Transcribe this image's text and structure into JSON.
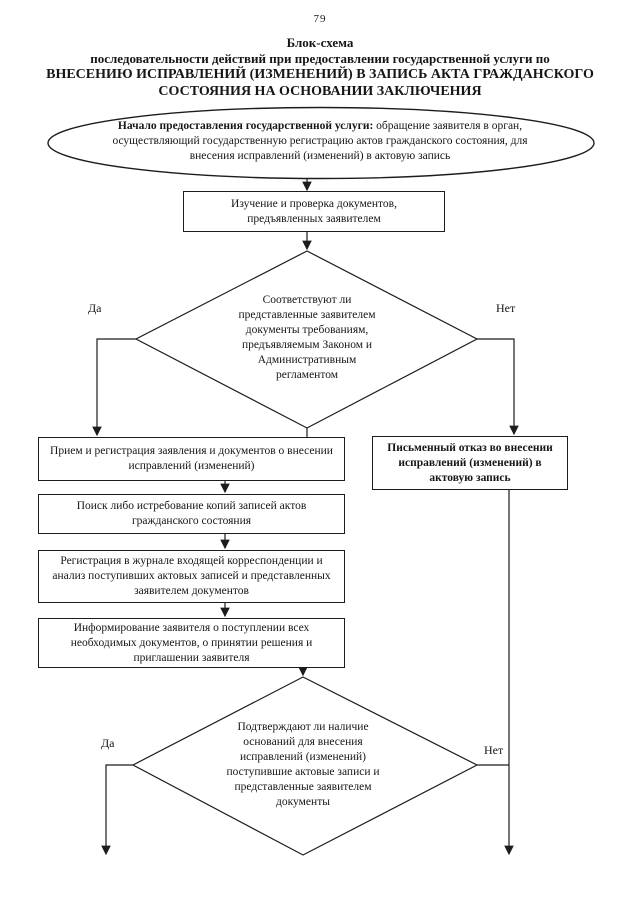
{
  "page": {
    "number": "79"
  },
  "title": {
    "line1": "Блок-схема",
    "line2": "последовательности действий при предоставлении государственной услуги по",
    "line3": "ВНЕСЕНИЮ ИСПРАВЛЕНИЙ (ИЗМЕНЕНИЙ) В ЗАПИСЬ АКТА ГРАЖДАНСКОГО",
    "line4": "СОСТОЯНИЯ НА ОСНОВАНИИ ЗАКЛЮЧЕНИЯ"
  },
  "flow": {
    "start": {
      "bold_lead": "Начало предоставления государственной услуги:",
      "line1_rest": " обращение заявителя в орган,",
      "line2": "осуществляющий государственную регистрацию актов гражданского состояния, для",
      "line3": "внесения исправлений (изменений) в актовую запись"
    },
    "check_documents": {
      "lines": [
        "Изучение и проверка документов,",
        "предъявленных заявителем"
      ]
    },
    "decision1": {
      "lines": [
        "Соответствуют ли",
        "представленные заявителем",
        "документы требованиям,",
        "предъявляемым Законом и",
        "Административным",
        "регламентом"
      ],
      "label_yes": "Да",
      "label_no": "Нет"
    },
    "accept_register": {
      "lines": [
        "Прием и регистрация заявления и документов о внесении",
        "исправлений (изменений)"
      ]
    },
    "written_refusal": {
      "lines": [
        "Письменный отказ во внесении",
        "исправлений (изменений) в",
        "актовую запись"
      ]
    },
    "search_copies": {
      "lines": [
        "Поиск либо истребование копий записей актов",
        "гражданского состояния"
      ]
    },
    "register_journal": {
      "lines": [
        "Регистрация в журнале входящей корреспонденции и",
        "анализ поступивших актовых записей и представленных",
        "заявителем документов"
      ]
    },
    "inform_applicant": {
      "lines": [
        "Информирование заявителя о поступлении всех",
        "необходимых документов, о принятии решения и",
        "приглашении заявителя"
      ]
    },
    "decision2": {
      "lines": [
        "Подтверждают ли наличие",
        "оснований для внесения",
        "исправлений (изменений)",
        "поступившие актовые записи и",
        "представленные заявителем",
        "документы"
      ],
      "label_yes": "Да",
      "label_no": "Нет"
    }
  },
  "colors": {
    "ink": "#1c1c1c",
    "paper": "#ffffff"
  }
}
